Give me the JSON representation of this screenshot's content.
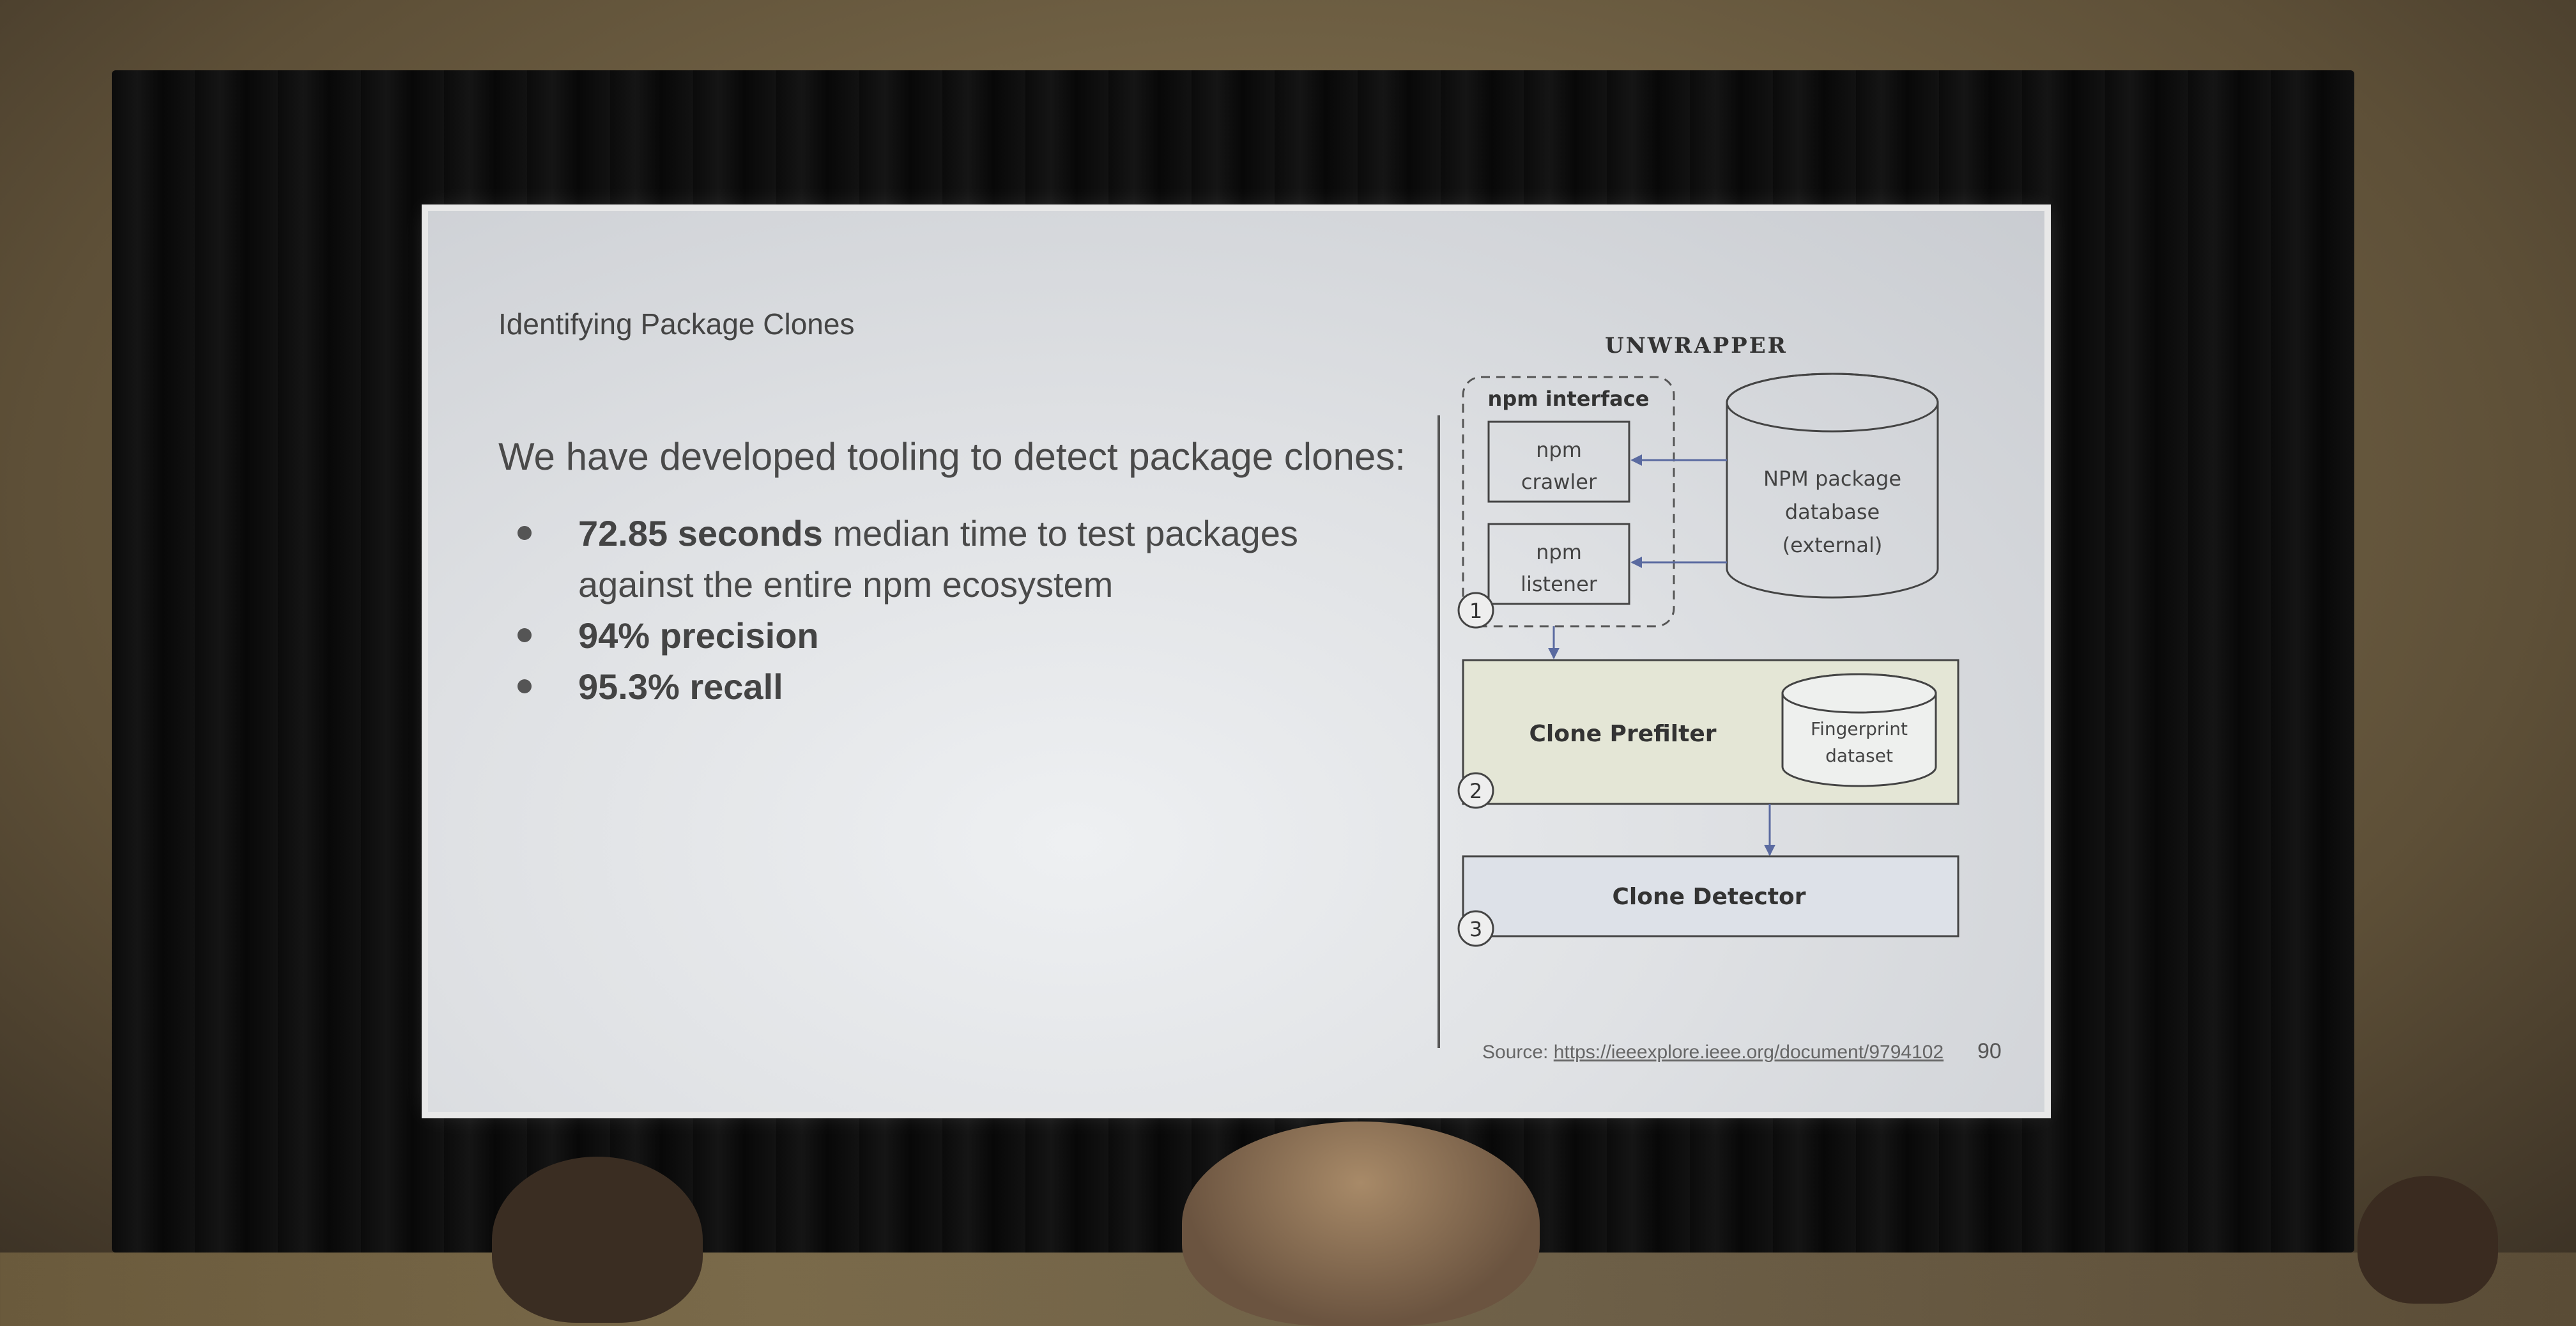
{
  "slide": {
    "title": "Identifying Package Clones",
    "lead": "We have developed tooling to detect package clones:",
    "bullets": [
      {
        "bold": "72.85 seconds",
        "rest": " median time to test packages against the entire npm ecosystem"
      },
      {
        "bold": "94% precision",
        "rest": ""
      },
      {
        "bold": "95.3% recall",
        "rest": ""
      }
    ],
    "source_label": "Source: ",
    "source_link": "https://ieeexplore.ieee.org/document/9794102",
    "page_number": "90"
  },
  "diagram": {
    "title": "UNWRAPPER",
    "npm_interface_label": "npm interface",
    "crawler": [
      "npm",
      "crawler"
    ],
    "listener": [
      "npm",
      "listener"
    ],
    "database": [
      "NPM package",
      "database",
      "(external)"
    ],
    "prefilter": "Clone Prefilter",
    "fingerprint": [
      "Fingerprint",
      "dataset"
    ],
    "detector": "Clone Detector",
    "steps": [
      "1",
      "2",
      "3"
    ]
  }
}
